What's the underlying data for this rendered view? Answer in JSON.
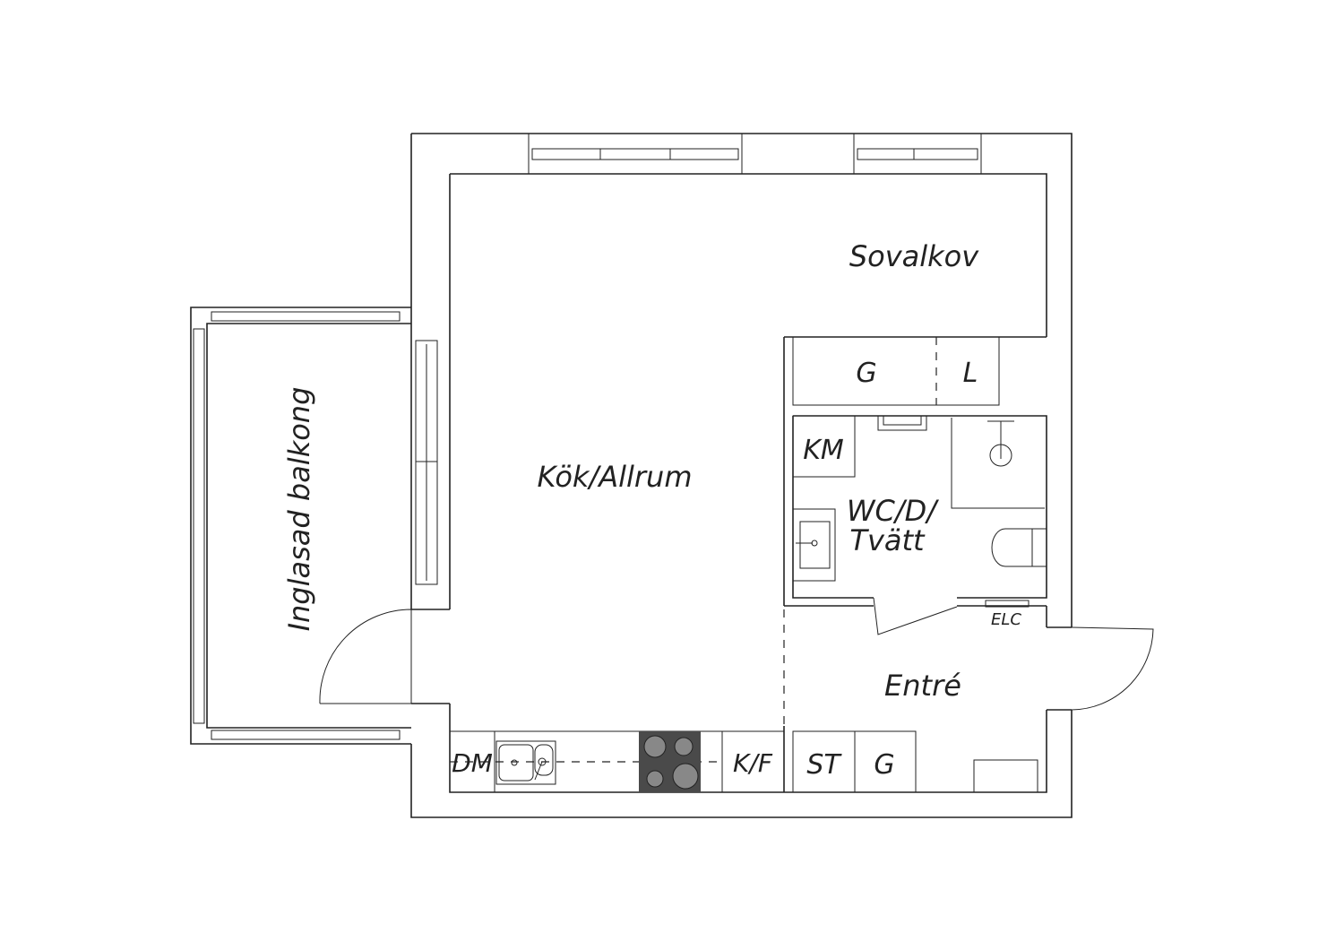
{
  "rooms": {
    "sovalkov": "Sovalkov",
    "kok_allrum": "Kök/Allrum",
    "balkong": "Inglasad balkong",
    "wc_line1": "WC/D/",
    "wc_line2": "Tvätt",
    "entre": "Entré"
  },
  "fixtures": {
    "garderob_top": "G",
    "linen": "L",
    "km": "KM",
    "elc": "ELC",
    "dm": "DM",
    "kf": "K/F",
    "st": "ST",
    "garderob_entry": "G"
  },
  "colors": {
    "line": "#222222",
    "hob": "#4a4a4a"
  }
}
